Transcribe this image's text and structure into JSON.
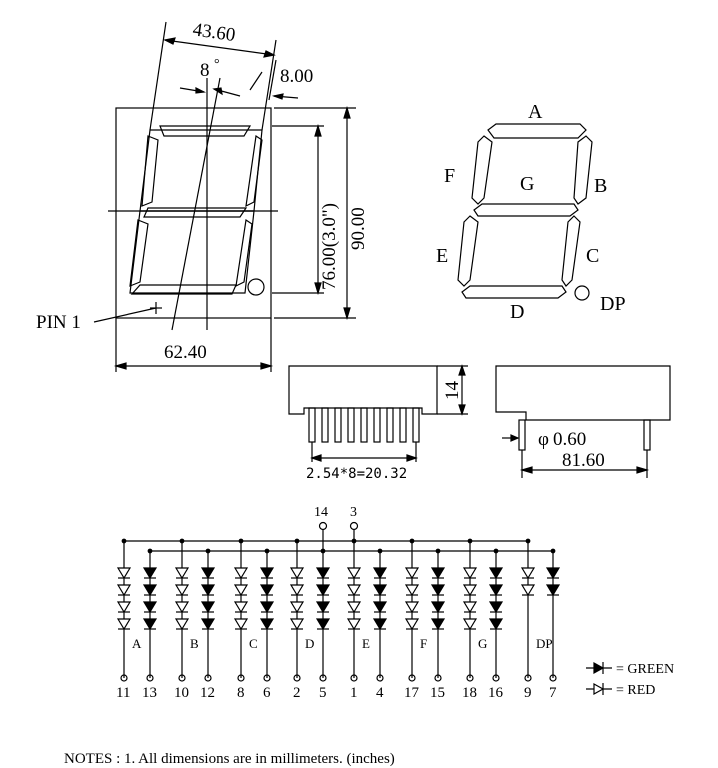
{
  "front_view": {
    "dim_top_width": "43.60",
    "dim_slant_angle": "8",
    "degree_symbol": "°",
    "dim_segment_width": "8.00",
    "dim_digit_height": "76.00(3.0\")",
    "dim_total_height": "90.00",
    "dim_bottom_width": "62.40",
    "pin1_label": "PIN 1"
  },
  "segment_labels": {
    "a": "A",
    "b": "B",
    "c": "C",
    "d": "D",
    "e": "E",
    "f": "F",
    "g": "G",
    "dp": "DP"
  },
  "side_view": {
    "dim_height": "14",
    "dim_pitch": "2.54*8=20.32"
  },
  "end_view": {
    "dim_pin_diameter": "0.60",
    "diameter_symbol": "φ",
    "dim_width": "81.60"
  },
  "circuit": {
    "common_pins": [
      "14",
      "3"
    ],
    "pins": [
      {
        "number": "11",
        "segment": "A"
      },
      {
        "number": "13",
        "segment": ""
      },
      {
        "number": "10",
        "segment": "B"
      },
      {
        "number": "12",
        "segment": ""
      },
      {
        "number": "8",
        "segment": "C"
      },
      {
        "number": "6",
        "segment": ""
      },
      {
        "number": "2",
        "segment": "D"
      },
      {
        "number": "5",
        "segment": ""
      },
      {
        "number": "1",
        "segment": "E"
      },
      {
        "number": "4",
        "segment": ""
      },
      {
        "number": "17",
        "segment": "F"
      },
      {
        "number": "15",
        "segment": ""
      },
      {
        "number": "18",
        "segment": "G"
      },
      {
        "number": "16",
        "segment": ""
      },
      {
        "number": "9",
        "segment": "DP"
      },
      {
        "number": "7",
        "segment": ""
      }
    ],
    "legend": [
      {
        "label": "= GREEN",
        "style": "filled"
      },
      {
        "label": "= RED",
        "style": "outline"
      }
    ]
  },
  "notes": "NOTES : 1. All dimensions are in millimeters. (inches)",
  "colors": {
    "ink": "#000000",
    "background": "#ffffff"
  }
}
